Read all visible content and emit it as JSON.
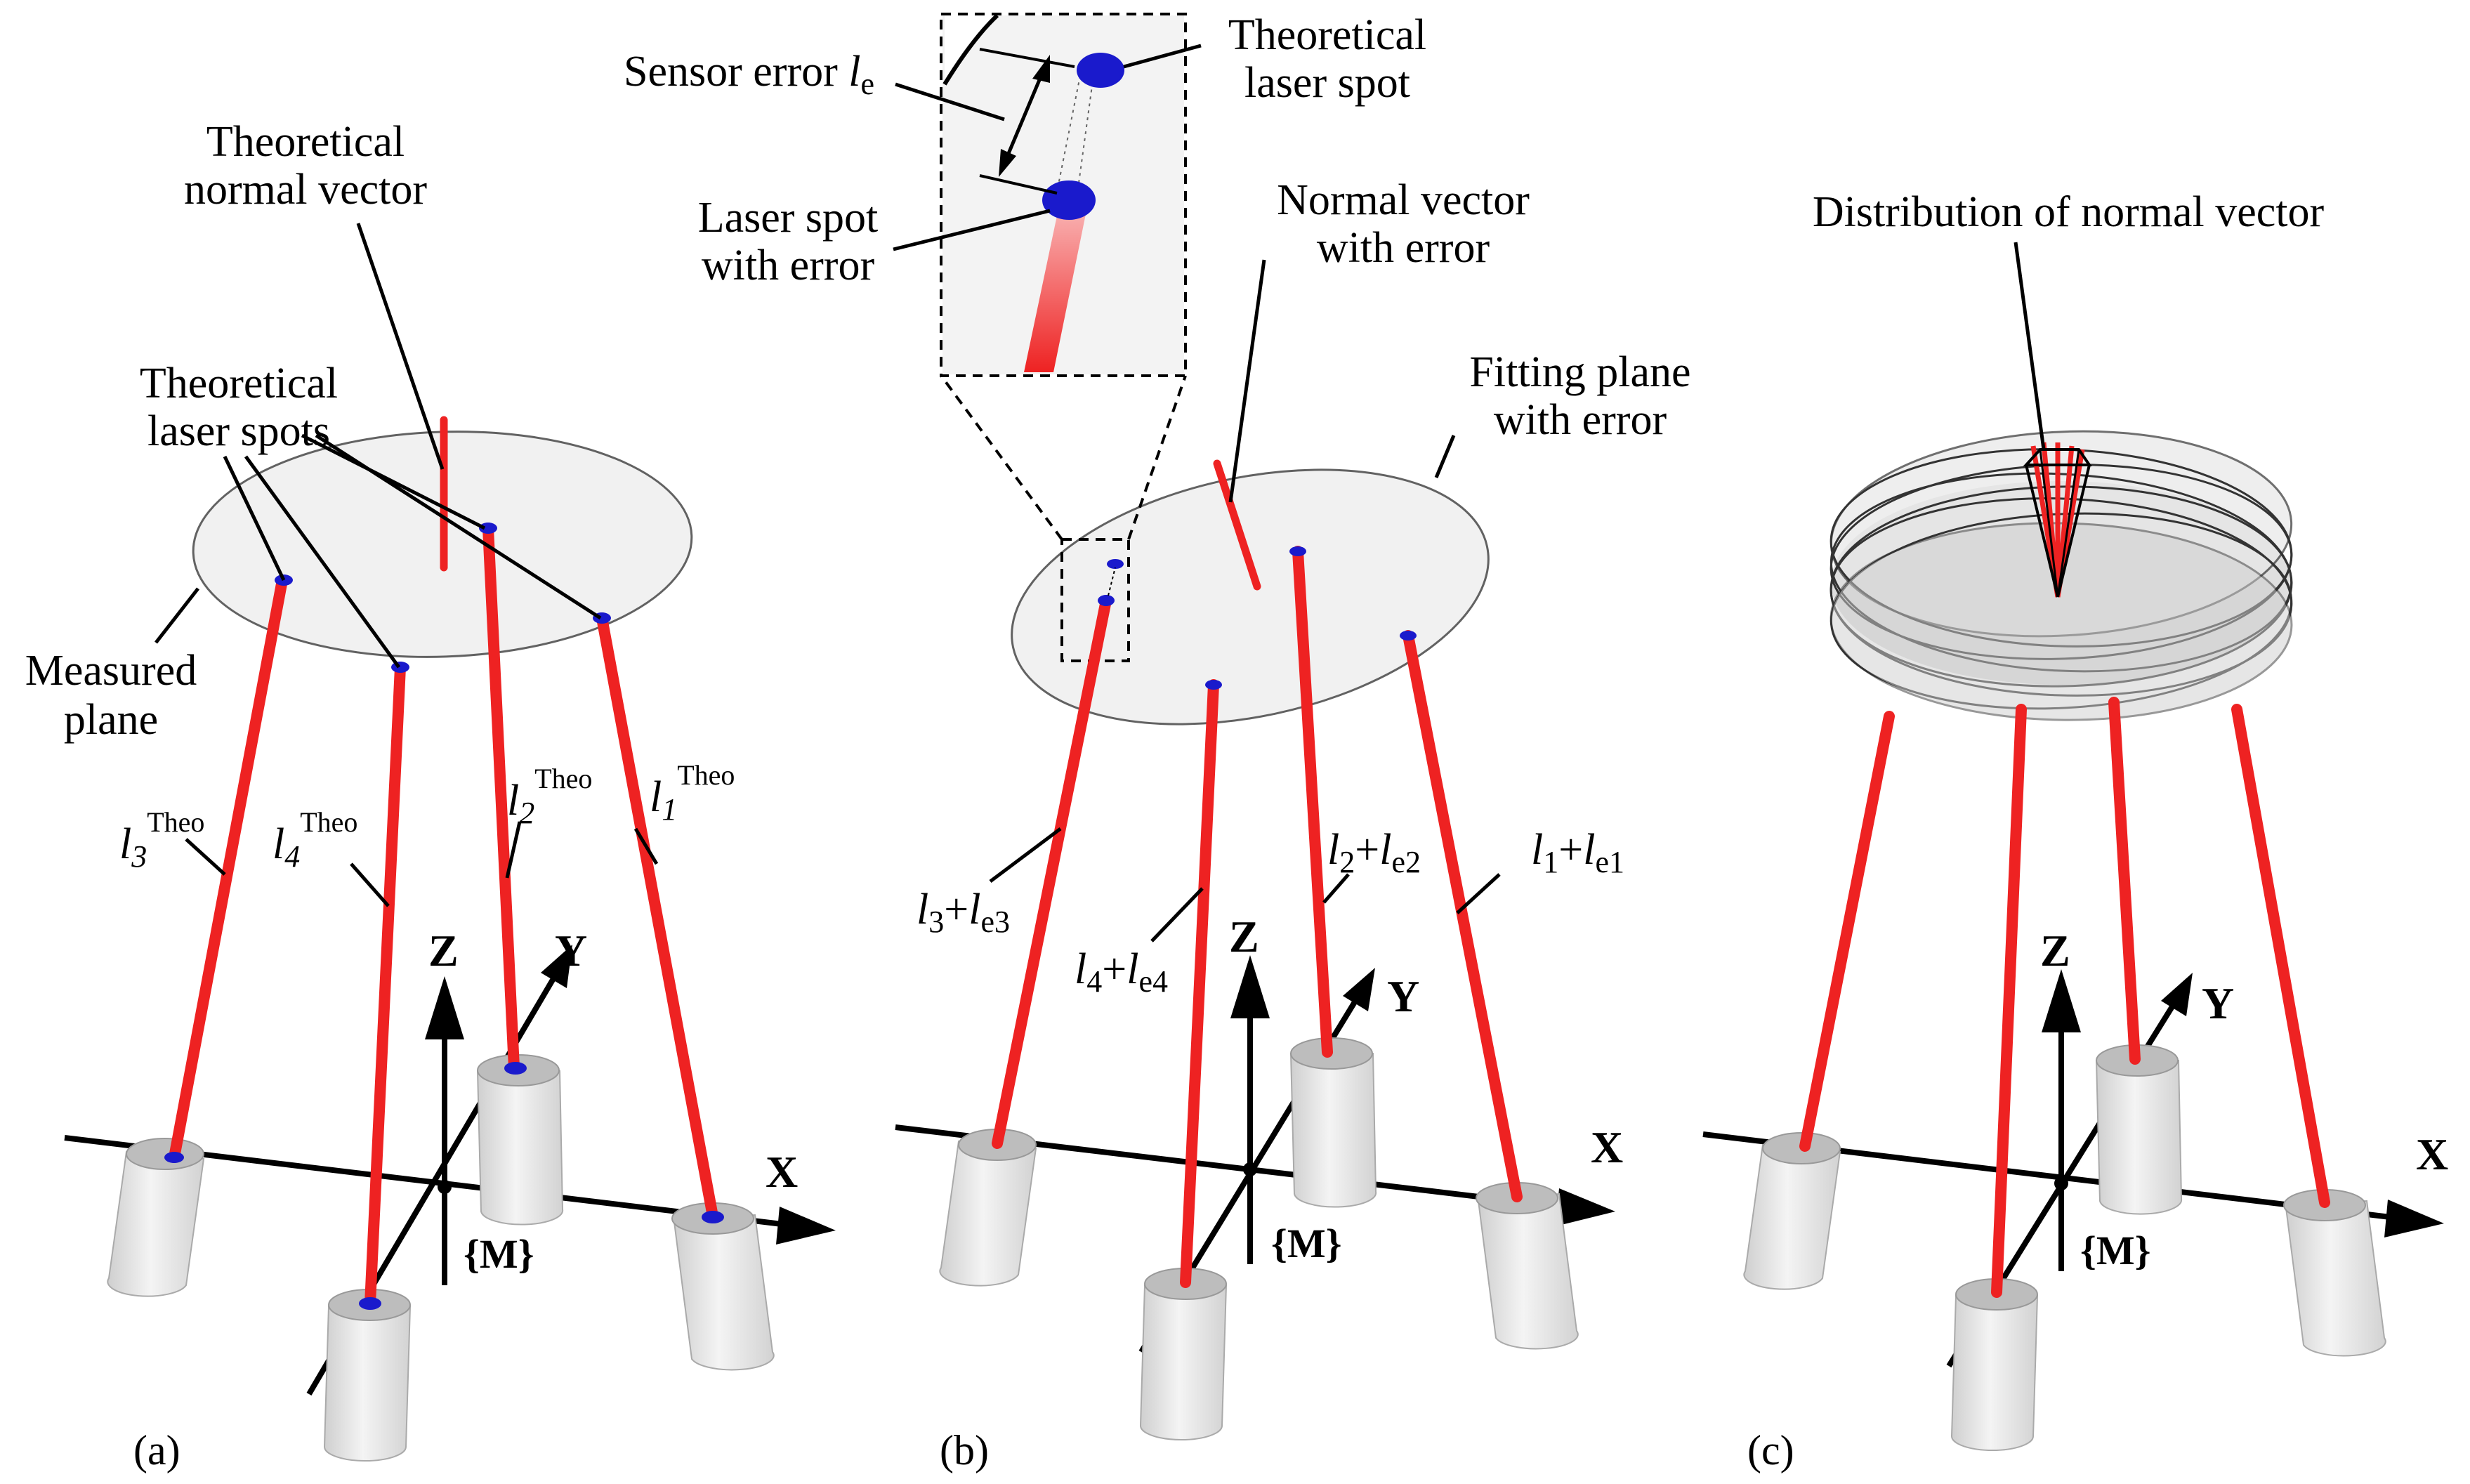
{
  "panels": {
    "a": {
      "label": "(a)",
      "theoretical_normal_vector": [
        "Theoretical",
        "normal vector"
      ],
      "theoretical_laser_spots": [
        "Theoretical",
        "laser spots"
      ],
      "measured_plane": [
        "Measured",
        "plane"
      ],
      "beams": [
        {
          "base": "l",
          "index": "3",
          "sup": "Theo"
        },
        {
          "base": "l",
          "index": "4",
          "sup": "Theo"
        },
        {
          "base": "l",
          "index": "2",
          "sup": "Theo"
        },
        {
          "base": "l",
          "index": "1",
          "sup": "Theo"
        }
      ],
      "axes": {
        "x": "X",
        "y": "Y",
        "z": "Z",
        "frame": "{M}"
      }
    },
    "b": {
      "label": "(b)",
      "sensor_error": {
        "text": "Sensor error ",
        "symbol": "l",
        "sub": "e"
      },
      "theoretical_laser_spot": [
        "Theoretical",
        "laser spot"
      ],
      "laser_spot_with_error": [
        "Laser spot",
        "with error"
      ],
      "normal_vector_with_error": [
        "Normal vector",
        "with error"
      ],
      "fitting_plane_with_error": [
        "Fitting plane",
        "with error"
      ],
      "beams": [
        {
          "a": "l",
          "ai": "3",
          "b": "l",
          "bi": "e3"
        },
        {
          "a": "l",
          "ai": "4",
          "b": "l",
          "bi": "e4"
        },
        {
          "a": "l",
          "ai": "2",
          "b": "l",
          "bi": "e2"
        },
        {
          "a": "l",
          "ai": "1",
          "b": "l",
          "bi": "e1"
        }
      ],
      "axes": {
        "x": "X",
        "y": "Y",
        "z": "Z",
        "frame": "{M}"
      }
    },
    "c": {
      "label": "(c)",
      "distribution_of_normal_vector": "Distribution of normal vector",
      "axes": {
        "x": "X",
        "y": "Y",
        "z": "Z",
        "frame": "{M}"
      }
    }
  },
  "colors": {
    "beam": "#ee2222",
    "spot": "#1a1acc",
    "plane_fill": "#f0f0f0",
    "sensor_body": "#e6e6e6"
  }
}
